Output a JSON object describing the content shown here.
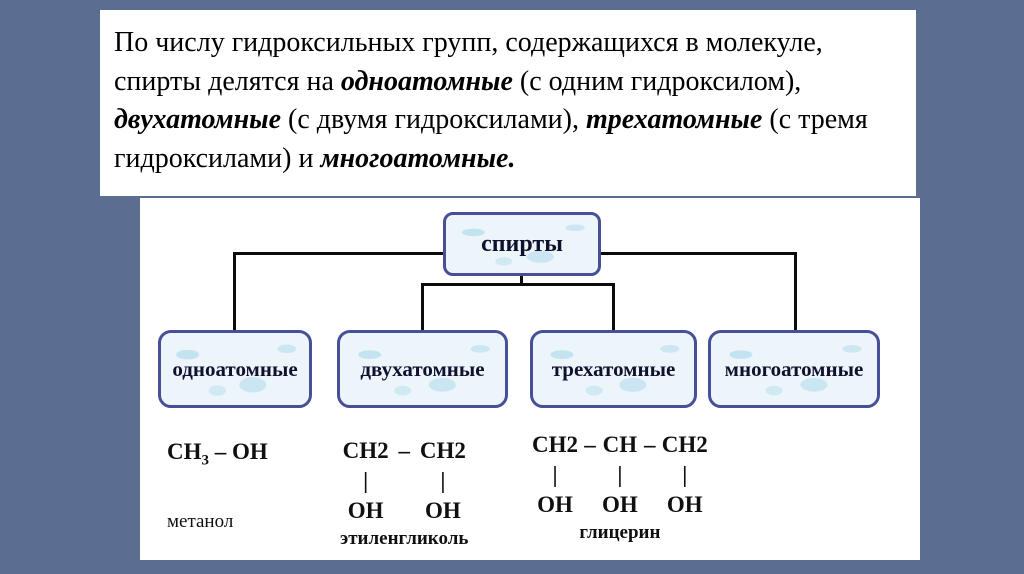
{
  "intro": {
    "segments": [
      {
        "text": "По числу гидроксильных групп, содержащихся в молекуле, спирты делятся на "
      },
      {
        "text": "одноатомные"
      },
      {
        "text": " (с одним гидроксилом), "
      },
      {
        "text": "двухатомные"
      },
      {
        "text": " (с двумя гидроксилами), "
      },
      {
        "text": "трехатомные"
      },
      {
        "text": " (с тремя гидроксилами) и "
      },
      {
        "text": "многоатомные."
      }
    ]
  },
  "diagram": {
    "root_label": "спирты",
    "children": [
      {
        "label": "одноатомные"
      },
      {
        "label": "двухатомные"
      },
      {
        "label": "трехатомные"
      },
      {
        "label": "многоатомные"
      }
    ],
    "formulas": {
      "methanol": {
        "prefix": "CH",
        "sub": "3",
        "suffix": " – OH",
        "caption": "метанол"
      },
      "ethylene_glycol": {
        "c1": "CH2",
        "dash": "–",
        "c2": "CH2",
        "bar": "|",
        "oh1": "OH",
        "oh2": "OH",
        "caption": "этиленгликоль"
      },
      "glycerin": {
        "c1": "CH2",
        "dash1": "–",
        "c2": "CH",
        "dash2": "–",
        "c3": "CH2",
        "bar": "|",
        "oh1": "OH",
        "oh2": "OH",
        "oh3": "OH",
        "caption": "глицерин"
      }
    }
  },
  "colors": {
    "background": "#5b6e91",
    "node_border": "#474f96",
    "node_fill": "#ecf5fa",
    "line": "#0b0b0b"
  }
}
